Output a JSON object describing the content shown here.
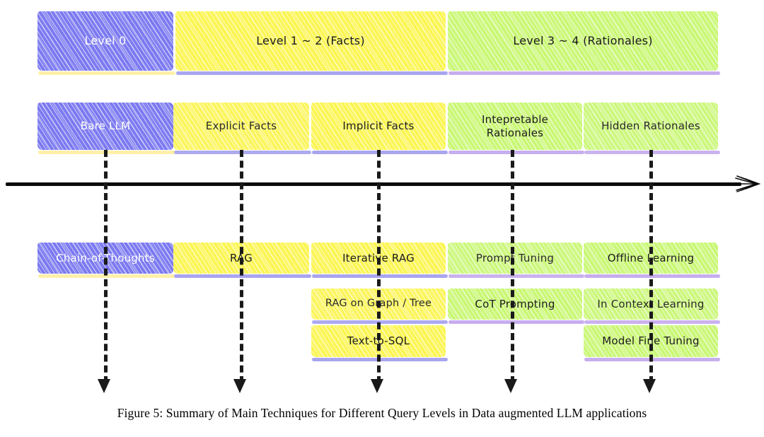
{
  "figure": {
    "caption": "Figure 5: Summary of Main Techniques for Different Query Levels in Data augmented LLM applications",
    "axis_name": "horizontal-timeline-arrow"
  },
  "colors": {
    "purple": "#7b79f0",
    "yellow": "#fbf552",
    "green": "#c9f774",
    "purple_shadow": "#a9a5ef",
    "yellow_shadow": "#fff0a8",
    "green_shadow": "#c7aeee",
    "axis": "#0b0b0b",
    "text_dark": "#1b1b1b",
    "text_light": "#ffffff"
  },
  "level_groups": [
    {
      "label": "Level 0",
      "color": "purple"
    },
    {
      "label": "Level 1 ~ 2 (Facts)",
      "color": "yellow"
    },
    {
      "label": "Level 3 ~ 4 (Rationales)",
      "color": "green"
    }
  ],
  "query_levels": [
    {
      "label": "Bare LLM",
      "color": "purple"
    },
    {
      "label": "Explicit Facts",
      "color": "yellow"
    },
    {
      "label": "Implicit Facts",
      "color": "yellow"
    },
    {
      "label": "Intepretable Rationales",
      "color": "green"
    },
    {
      "label": "Hidden Rationales",
      "color": "green"
    }
  ],
  "techniques": {
    "column_1": [
      {
        "label": "Chain-of-Thoughts",
        "color": "purple"
      }
    ],
    "column_2": [
      {
        "label": "RAG",
        "color": "yellow"
      }
    ],
    "column_3": [
      {
        "label": "Iterative RAG",
        "color": "yellow"
      },
      {
        "label": "RAG on Graph / Tree",
        "color": "yellow"
      },
      {
        "label": "Text-to-SQL",
        "color": "yellow"
      }
    ],
    "column_4": [
      {
        "label": "Prompt Tuning",
        "color": "green"
      },
      {
        "label": "CoT Prompting",
        "color": "green"
      }
    ],
    "column_5": [
      {
        "label": "Offline Learning",
        "color": "green"
      },
      {
        "label": "In Context Learning",
        "color": "green"
      },
      {
        "label": "Model Fine Tuning",
        "color": "green"
      }
    ]
  }
}
